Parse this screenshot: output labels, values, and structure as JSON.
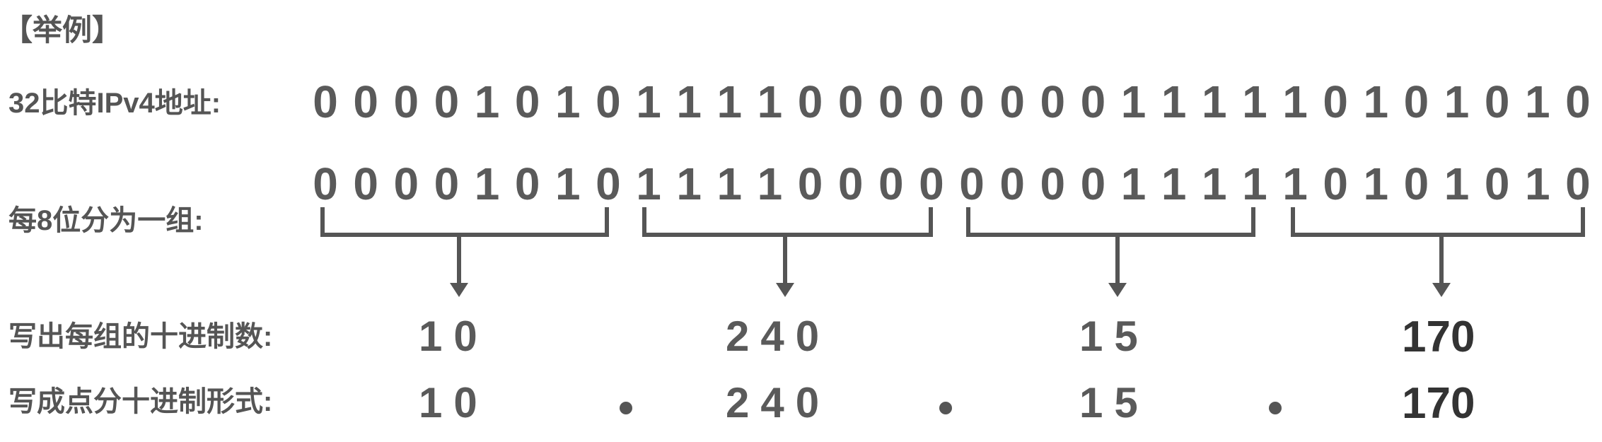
{
  "title": "【举例】",
  "labels": {
    "ipv4_32bit": "32比特IPv4地址:",
    "group_8": "每8位分为一组:",
    "decimal": "写出每组的十进制数:",
    "dotted": "写成点分十进制形式:"
  },
  "bits_row": [
    "0",
    "0",
    "0",
    "0",
    "1",
    "0",
    "1",
    "0",
    "1",
    "1",
    "1",
    "1",
    "0",
    "0",
    "0",
    "0",
    "0",
    "0",
    "0",
    "0",
    "1",
    "1",
    "1",
    "1",
    "1",
    "0",
    "1",
    "0",
    "1",
    "0",
    "1",
    "0"
  ],
  "groups": [
    {
      "bits": "00001010",
      "decimal": "10"
    },
    {
      "bits": "11110000",
      "decimal": "240"
    },
    {
      "bits": "00001111",
      "decimal": "15"
    },
    {
      "bits": "10101010",
      "decimal": "170"
    }
  ],
  "colors": {
    "text": "#555555",
    "bracket": "#555555",
    "emphasis": "#333333"
  }
}
